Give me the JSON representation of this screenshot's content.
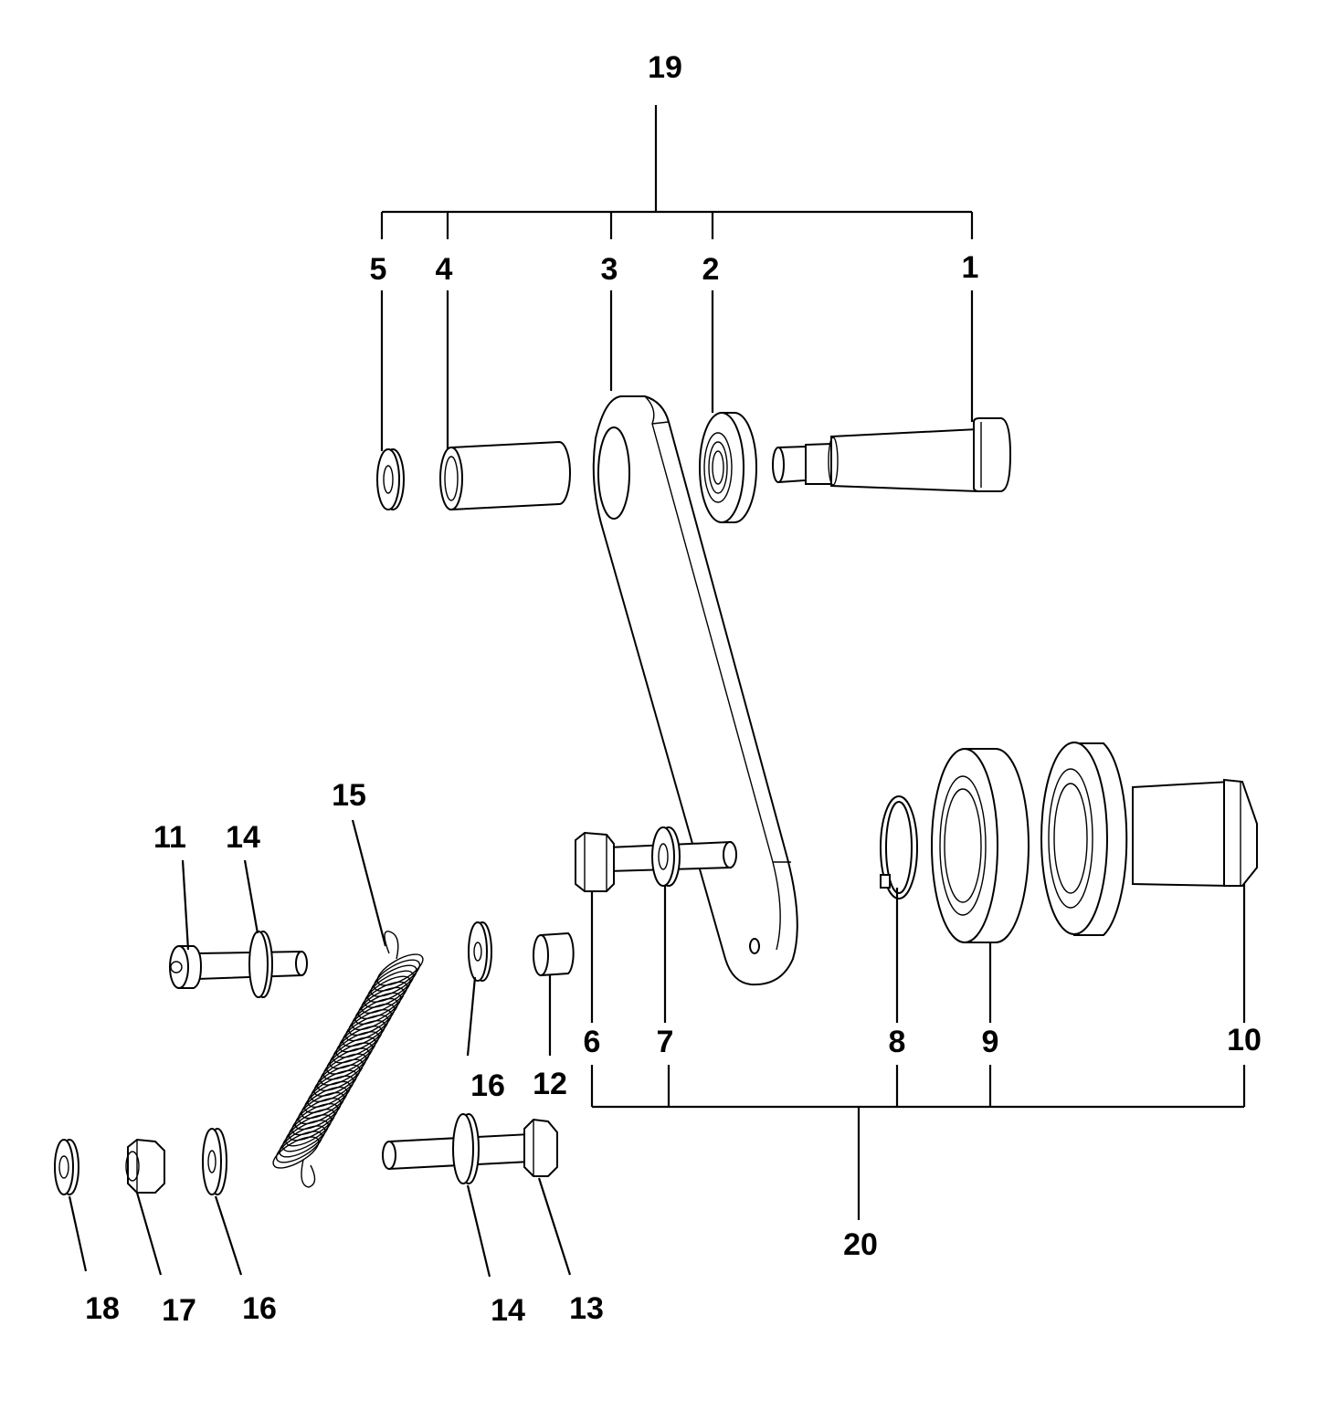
{
  "callouts": {
    "c1": "1",
    "c2": "2",
    "c3": "3",
    "c4": "4",
    "c5": "5",
    "c6": "6",
    "c7": "7",
    "c8": "8",
    "c9": "9",
    "c10": "10",
    "c11": "11",
    "c12": "12",
    "c13": "13",
    "c14a": "14",
    "c14b": "14",
    "c15": "15",
    "c16a": "16",
    "c16b": "16",
    "c17": "17",
    "c18": "18",
    "c19": "19",
    "c20": "20"
  }
}
